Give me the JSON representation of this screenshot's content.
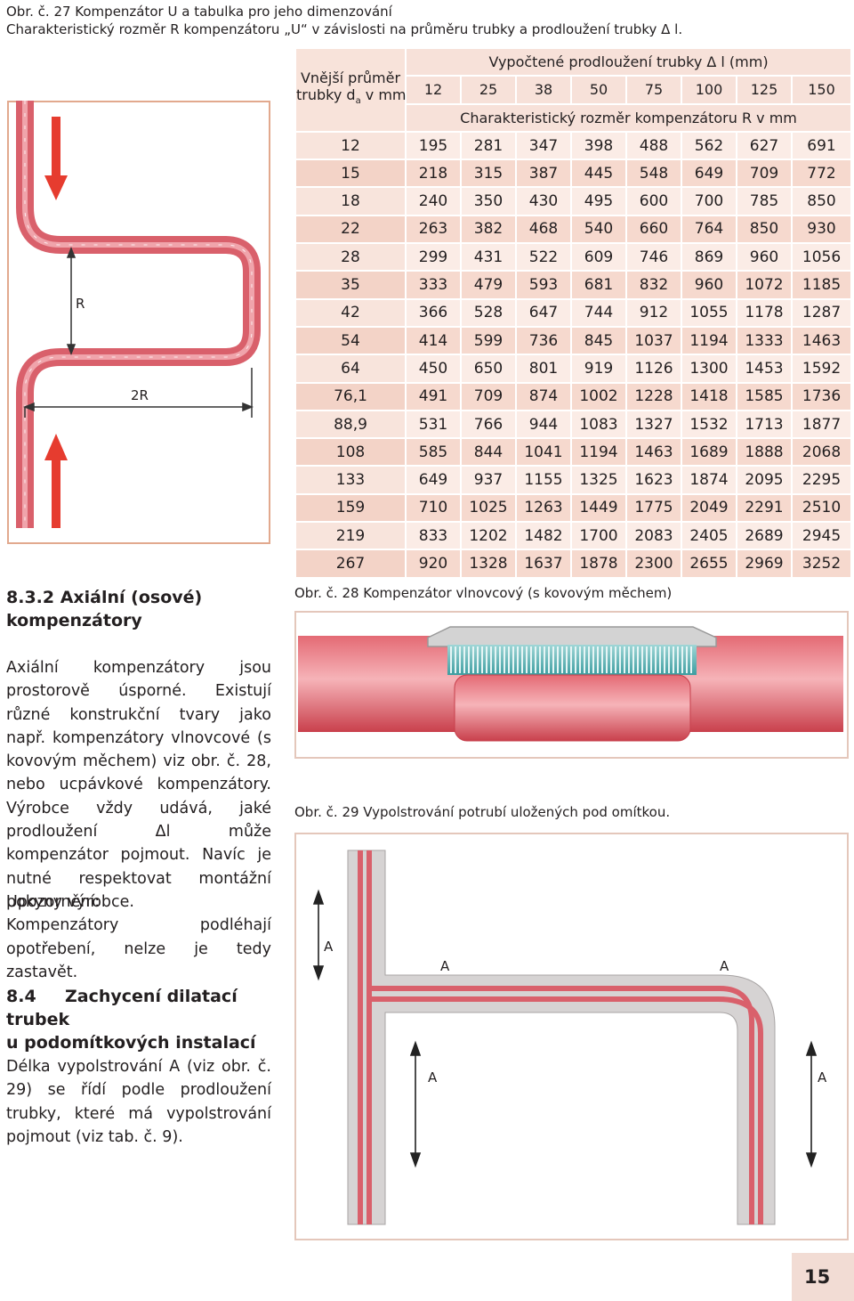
{
  "fig27": {
    "title": "Obr. č. 27 Kompenzátor U a tabulka pro jeho dimenzování",
    "subtitle": "Charakteristický rozměr R kompenzátoru „U“ v závislosti na průměru trubky a prodloužení trubky Δ l.",
    "label_r": "R",
    "label_2r": "2R"
  },
  "table": {
    "corner_line1": "Vnější průměr",
    "corner_line2": "trubky d",
    "corner_sub": "a",
    "corner_unit": " v mm",
    "top_header": "Vypočtené prodloužení trubky Δ l (mm)",
    "elongations": [
      "12",
      "25",
      "38",
      "50",
      "75",
      "100",
      "125",
      "150"
    ],
    "mid_header": "Charakteristický rozměr kompenzátoru R v mm",
    "rows": [
      {
        "d": "12",
        "r": [
          "195",
          "281",
          "347",
          "398",
          "488",
          "562",
          "627",
          "691"
        ]
      },
      {
        "d": "15",
        "r": [
          "218",
          "315",
          "387",
          "445",
          "548",
          "649",
          "709",
          "772"
        ]
      },
      {
        "d": "18",
        "r": [
          "240",
          "350",
          "430",
          "495",
          "600",
          "700",
          "785",
          "850"
        ]
      },
      {
        "d": "22",
        "r": [
          "263",
          "382",
          "468",
          "540",
          "660",
          "764",
          "850",
          "930"
        ]
      },
      {
        "d": "28",
        "r": [
          "299",
          "431",
          "522",
          "609",
          "746",
          "869",
          "960",
          "1056"
        ]
      },
      {
        "d": "35",
        "r": [
          "333",
          "479",
          "593",
          "681",
          "832",
          "960",
          "1072",
          "1185"
        ]
      },
      {
        "d": "42",
        "r": [
          "366",
          "528",
          "647",
          "744",
          "912",
          "1055",
          "1178",
          "1287"
        ]
      },
      {
        "d": "54",
        "r": [
          "414",
          "599",
          "736",
          "845",
          "1037",
          "1194",
          "1333",
          "1463"
        ]
      },
      {
        "d": "64",
        "r": [
          "450",
          "650",
          "801",
          "919",
          "1126",
          "1300",
          "1453",
          "1592"
        ]
      },
      {
        "d": "76,1",
        "r": [
          "491",
          "709",
          "874",
          "1002",
          "1228",
          "1418",
          "1585",
          "1736"
        ]
      },
      {
        "d": "88,9",
        "r": [
          "531",
          "766",
          "944",
          "1083",
          "1327",
          "1532",
          "1713",
          "1877"
        ]
      },
      {
        "d": "108",
        "r": [
          "585",
          "844",
          "1041",
          "1194",
          "1463",
          "1689",
          "1888",
          "2068"
        ]
      },
      {
        "d": "133",
        "r": [
          "649",
          "937",
          "1155",
          "1325",
          "1623",
          "1874",
          "2095",
          "2295"
        ]
      },
      {
        "d": "159",
        "r": [
          "710",
          "1025",
          "1263",
          "1449",
          "1775",
          "2049",
          "2291",
          "2510"
        ]
      },
      {
        "d": "219",
        "r": [
          "833",
          "1202",
          "1482",
          "1700",
          "2083",
          "2405",
          "2689",
          "2945"
        ]
      },
      {
        "d": "267",
        "r": [
          "920",
          "1328",
          "1637",
          "1878",
          "2300",
          "2655",
          "2969",
          "3252"
        ]
      }
    ]
  },
  "sec_832": {
    "heading_line1": "8.3.2 Axiální (osové)",
    "heading_line2": "kompenzátory",
    "paragraph": "Axiální kompenzátory jsou prostorově úsporné. Existují různé konstrukční tvary jako např. kompenzátory vlnovcové (s kovovým měchem) viz obr. č. 28, nebo ucpávkové kompenzátory. Výrobce vždy udává, jaké prodloužení Δl může kompenzátor pojmout. Navíc je nutné respektovat montážní pokyny výrobce."
  },
  "note": {
    "label": "Upozornění:",
    "text": "Kompenzátory podléhají opotřebení, nelze je tedy zastavět."
  },
  "sec_84": {
    "number": "8.4",
    "heading_line1": "Zachycení dilatací trubek",
    "heading_line2": "u podomítkových instalací",
    "paragraph": "Délka vypolstrování A (viz obr. č. 29) se řídí podle prodloužení trubky, které má vypolstrování pojmout (viz tab. č. 9)."
  },
  "fig28": {
    "caption": "Obr. č. 28 Kompenzátor vlnovcový (s kovovým měchem)"
  },
  "fig29": {
    "caption": "Obr. č. 29 Vypolstrování potrubí uložených pod omítkou.",
    "label_a": "A"
  },
  "page": {
    "number": "15"
  },
  "colors": {
    "pipe": "#d9606b",
    "pipe_light": "#ee9aa2",
    "insulation": "#d6d3d3",
    "bellows": "#5fb3b5",
    "frame": "#e2a98e",
    "arrow": "#e63c2f"
  }
}
